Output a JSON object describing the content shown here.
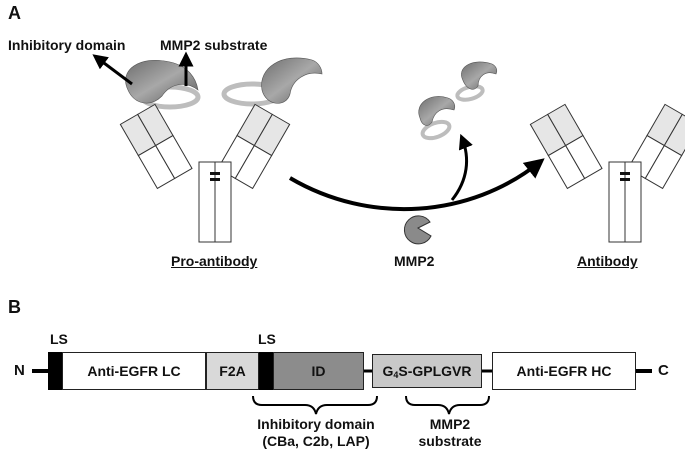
{
  "panelA": {
    "letter": "A",
    "inhibitory_label": "Inhibitory domain",
    "mmp2_substrate_label": "MMP2 substrate",
    "proantibody_label": "Pro-antibody",
    "mmp2_label": "MMP2",
    "antibody_label": "Antibody"
  },
  "panelB": {
    "letter": "B",
    "n_term": "N",
    "c_term": "C",
    "ls1": "LS",
    "ls2": "LS",
    "seg_lc": "Anti-EGFR LC",
    "seg_f2a": "F2A",
    "seg_id": "ID",
    "seg_sub_pre": "G",
    "seg_sub_num": "4",
    "seg_sub_post": "S-GPLGVR",
    "seg_hc": "Anti-EGFR HC",
    "id_caption_line1": "Inhibitory domain",
    "id_caption_line2": "(CBa, C2b, LAP)",
    "mmp_caption_line1": "MMP2",
    "mmp_caption_line2": "substrate"
  },
  "colors": {
    "domain_green": "#8a8a8a",
    "linker_gray": "#bdbdbd",
    "id_fill": "#8c8c8c",
    "f2a_fill": "#d9d9d9",
    "substrate_fill": "#c8c8c8",
    "black": "#000000"
  }
}
